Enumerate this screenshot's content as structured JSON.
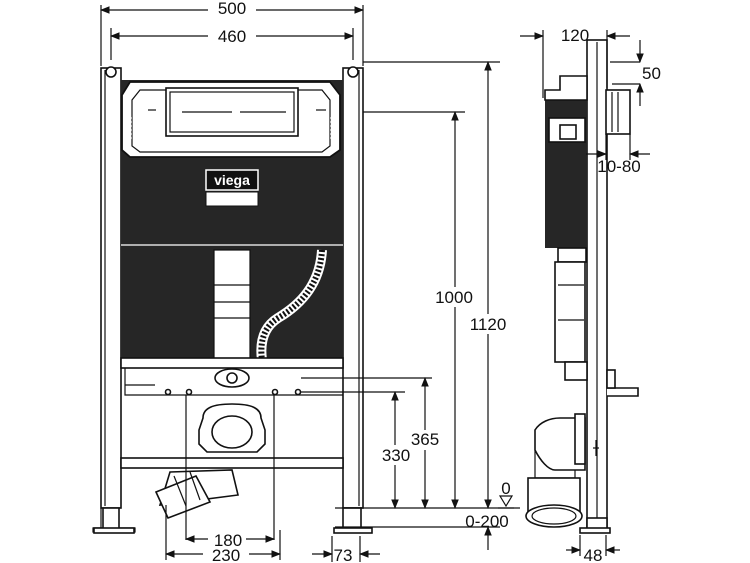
{
  "dimensions": {
    "width_outer": "500",
    "width_inner": "460",
    "height_total": "1120",
    "height_1000": "1000",
    "height_365": "365",
    "height_330": "330",
    "height_0_200": "0-200",
    "floor_0": "0",
    "spacing_180": "180",
    "spacing_230": "230",
    "offset_73": "73",
    "depth_120": "120",
    "depth_50": "50",
    "depth_10_80": "10-80",
    "depth_48": "48"
  },
  "brand": {
    "logo": "viega"
  }
}
